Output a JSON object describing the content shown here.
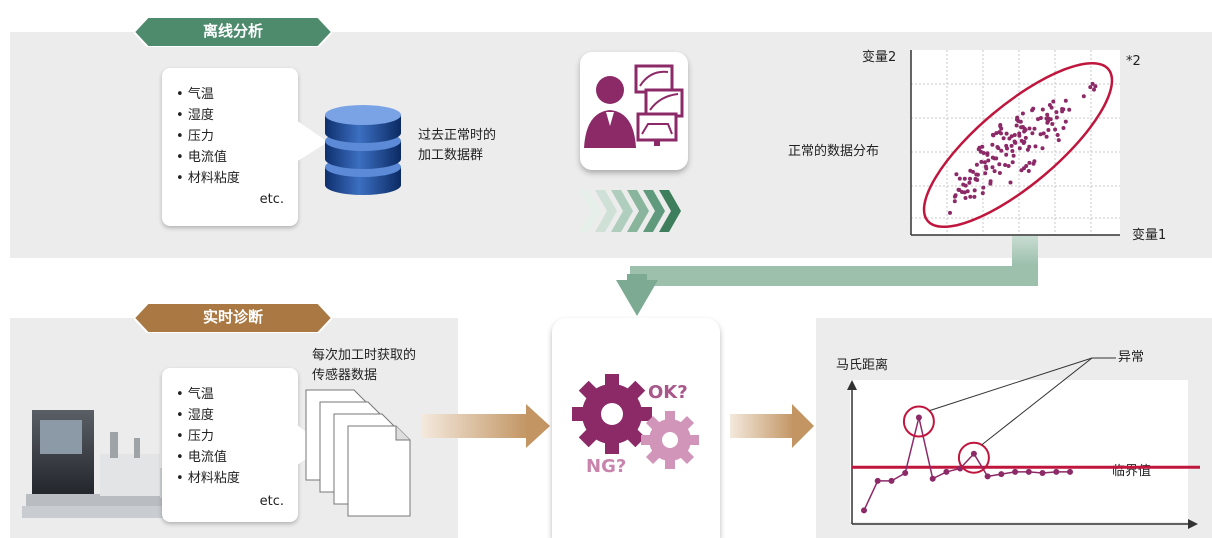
{
  "colors": {
    "offline_banner": "#4e8a6c",
    "realtime_banner": "#a97843",
    "accent": "#8c2a68",
    "threshold": "#c0163e",
    "ellipse": "#c0163e",
    "panel": "#ececec"
  },
  "offline": {
    "banner": "离线分析",
    "params": [
      "气温",
      "湿度",
      "压力",
      "电流值",
      "材料粘度"
    ],
    "etc": "etc.",
    "db_label_line1": "过去正常时的",
    "db_label_line2": "加工数据群",
    "analyst_icon": "analyst-with-monitors-icon",
    "scatter": {
      "y_label": "变量2",
      "x_label": "变量1",
      "note": "*2",
      "region_label": "正常的数据分布"
    }
  },
  "realtime": {
    "banner": "实时诊断",
    "params": [
      "气温",
      "湿度",
      "压力",
      "电流值",
      "材料粘度"
    ],
    "etc": "etc.",
    "docs_label_line1": "每次加工时获取的",
    "docs_label_line2": "传感器数据",
    "machine_icon": "machine-icon",
    "gear_ok": "OK?",
    "gear_ng": "NG?",
    "chart": {
      "y_label": "马氏距离",
      "anomaly_label": "异常",
      "threshold_label": "临界值"
    }
  },
  "chart_data": {
    "type": "line",
    "ylabel": "马氏距离",
    "threshold_label": "临界值",
    "anomaly_label": "异常",
    "threshold": 5,
    "x": [
      1,
      2,
      3,
      4,
      5,
      6,
      7,
      8,
      9,
      10,
      11,
      12,
      13,
      14,
      15,
      16
    ],
    "values": [
      1.2,
      3.8,
      3.8,
      4.5,
      9.4,
      4.0,
      4.6,
      4.9,
      6.2,
      4.2,
      4.4,
      4.6,
      4.6,
      4.5,
      4.6,
      4.6
    ],
    "anomalies": [
      5,
      9
    ],
    "ylim": [
      0,
      12
    ]
  }
}
